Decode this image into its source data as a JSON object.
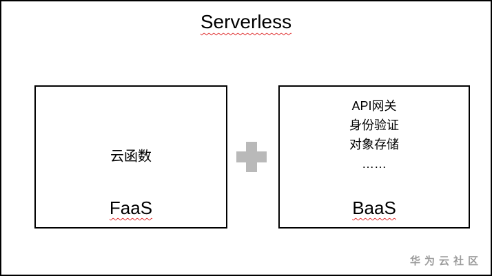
{
  "title": "Serverless",
  "faas_box": {
    "content": "云函数",
    "label": "FaaS"
  },
  "baas_box": {
    "items": [
      "API网关",
      "身份验证",
      "对象存储",
      "……"
    ],
    "label": "BaaS"
  },
  "plus_icon": "plus",
  "watermark": "华为云社区",
  "colors": {
    "border": "#000000",
    "plus_gray": "#b9b9b9",
    "watermark_gray": "#9c9c9c",
    "spellcheck_red": "#e03030"
  }
}
